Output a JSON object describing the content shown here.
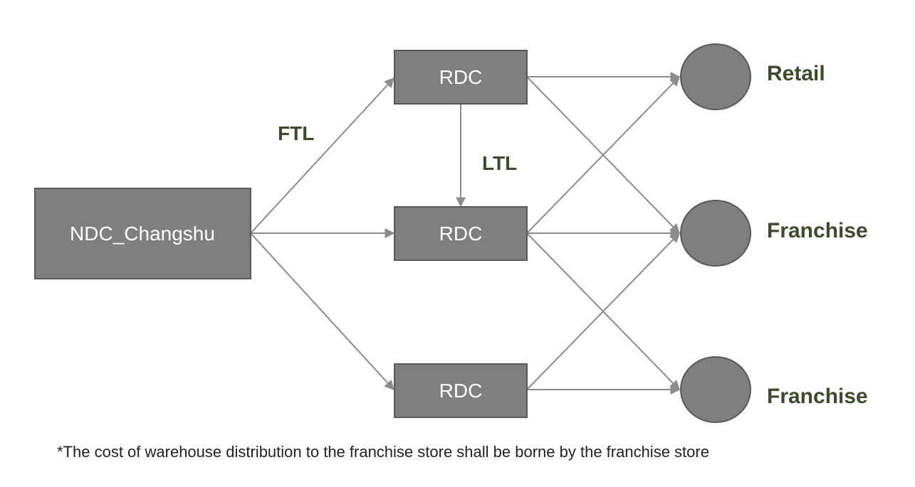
{
  "nodes": {
    "ndc": "NDC_Changshu",
    "rdc_top": "RDC",
    "rdc_mid": "RDC",
    "rdc_bottom": "RDC"
  },
  "edge_labels": {
    "ftl": "FTL",
    "ltl": "LTL"
  },
  "stores": {
    "top": "Retail",
    "mid": "Franchise",
    "bottom": "Franchise"
  },
  "footnote": "*The cost of warehouse distribution to the franchise store shall be borne by the franchise store",
  "colors": {
    "node_fill": "#7f7f7f",
    "node_stroke": "#595959",
    "edge": "#8c8c8c",
    "label": "#3d4a2e"
  }
}
